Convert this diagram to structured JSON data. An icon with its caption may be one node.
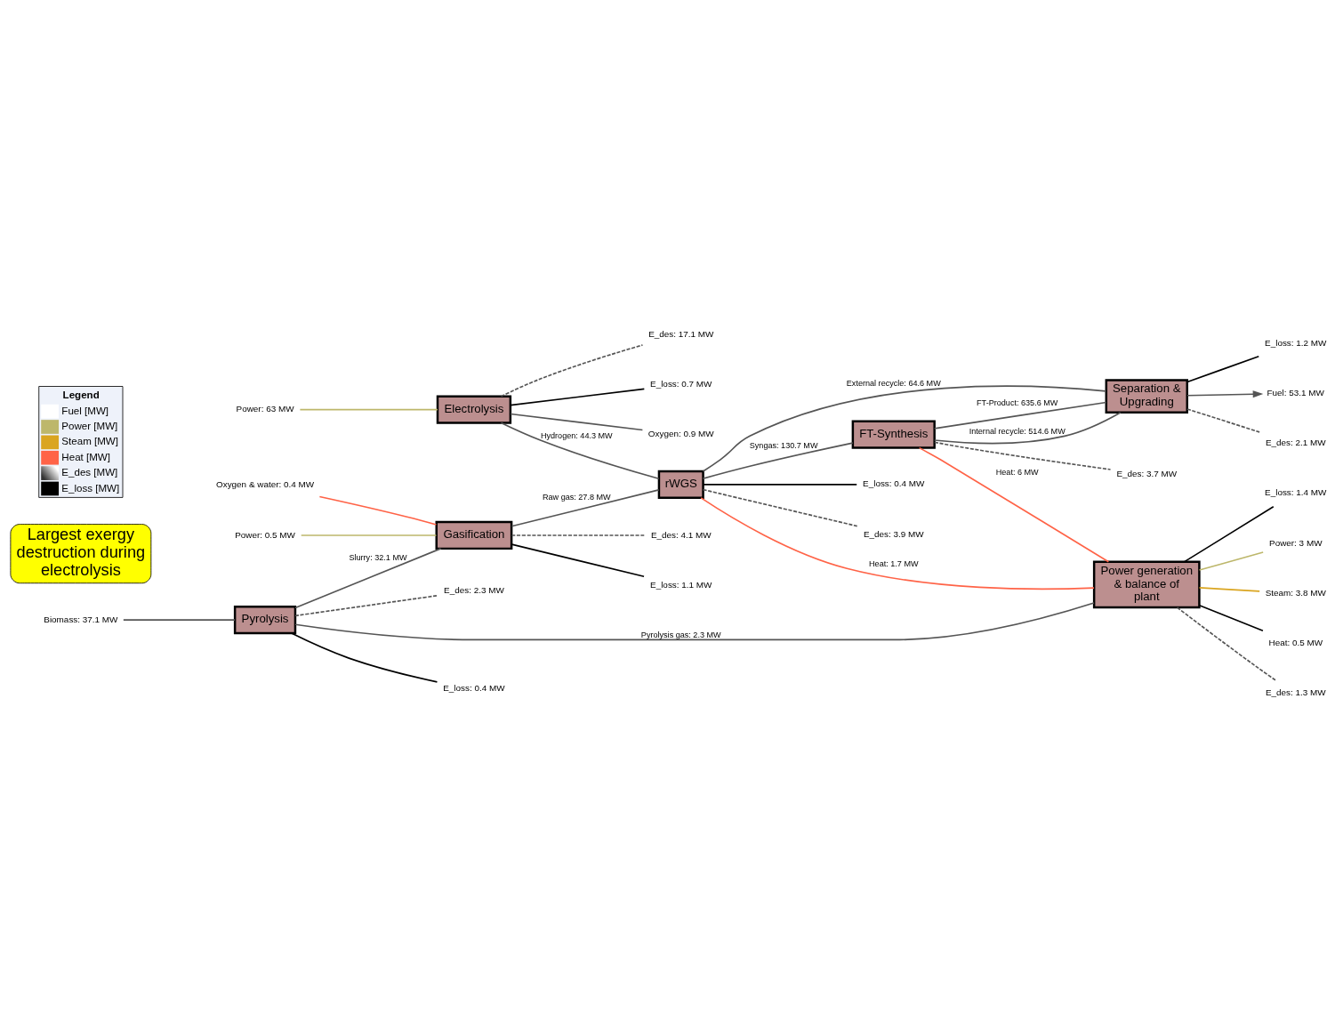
{
  "diagram": {
    "nodes": [
      {
        "text": [
          "Electrolysis"
        ]
      },
      {
        "text": [
          "rWGS"
        ]
      },
      {
        "text": [
          "FT-Synthesis"
        ]
      },
      {
        "text": [
          "Separation & Upgrading"
        ]
      },
      {
        "text": [
          "Pyrolysis"
        ]
      },
      {
        "text": [
          "Gasification"
        ]
      },
      {
        "text": [
          "Power generation & balance of plant"
        ]
      },
      {
        "text": [
          "Largest exergy destruction during electrolysis"
        ]
      },
      {
        "text": [
          "Power: 63 MW"
        ]
      },
      {
        "text": [
          "E_des: 17.1 MW"
        ]
      },
      {
        "text": [
          "E_loss: 0.7 MW"
        ]
      },
      {
        "text": [
          "Oxygen: 0.9 MW"
        ]
      },
      {
        "text": [
          "E_des: 3.9 MW"
        ]
      },
      {
        "text": [
          "E_loss: 0.4 MW"
        ]
      },
      {
        "text": [
          "Fuel: 53.1 MW"
        ]
      },
      {
        "text": [
          "E_des: 2.1 MW"
        ]
      },
      {
        "text": [
          "E_loss: 1.2 MW"
        ]
      },
      {
        "text": [
          "E_des: 3.7 MW"
        ]
      },
      {
        "text": [
          "Biomass: 37.1 MW"
        ]
      },
      {
        "text": [
          "E_des: 2.3 MW"
        ]
      },
      {
        "text": [
          "E_loss: 0.4 MW"
        ]
      },
      {
        "text": [
          "Oxygen & water: 0.4 MW"
        ]
      },
      {
        "text": [
          "Power: 0.5 MW"
        ]
      },
      {
        "text": [
          "E_des: 4.1 MW"
        ]
      },
      {
        "text": [
          "E_loss: 1.1 MW"
        ]
      },
      {
        "text": [
          "Power: 3 MW"
        ]
      },
      {
        "text": [
          "Steam: 3.8 MW"
        ]
      },
      {
        "text": [
          "Heat: 0.5 MW"
        ]
      },
      {
        "text": [
          "E_des: 1.3 MW"
        ]
      },
      {
        "text": [
          "E_loss: 1.4 MW"
        ]
      }
    ],
    "edges": [
      {
        "from": 8,
        "to": 0,
        "arrow": "none",
        "color": "#bdb76b"
      },
      {
        "from": 0,
        "to": 1,
        "arrow": "none",
        "label": "Hydrogen: 44.3 MW"
      },
      {
        "from": 0,
        "to": 9,
        "arrow": "none",
        "style": "dashed"
      },
      {
        "from": 0,
        "to": 10,
        "arrow": "none",
        "color": "#000000"
      },
      {
        "from": 0,
        "to": 11,
        "arrow": "none"
      },
      {
        "from": 5,
        "to": 1,
        "arrow": "none",
        "label": "Raw gas: 27.8 MW"
      },
      {
        "from": 1,
        "to": 2,
        "arrow": "none",
        "label": "Syngas: 130.7 MW"
      },
      {
        "from": 1,
        "to": 12,
        "arrow": "none",
        "style": "dashed"
      },
      {
        "from": 1,
        "to": 13,
        "arrow": "none",
        "color": "#000000"
      },
      {
        "from": 1,
        "to": 6,
        "arrow": "none",
        "label": "Heat: 1.7 MW",
        "color": "#ff6347"
      },
      {
        "from": 2,
        "to": 3,
        "arrow": "none",
        "label": "FT-Product: 635.6 MW"
      },
      {
        "from": 3,
        "to": 1,
        "arrow": "none",
        "label": "External recycle: 64.6 MW"
      },
      {
        "from": 3,
        "to": 2,
        "arrow": "none",
        "label": "Internal recycle: 514.6 MW"
      },
      {
        "from": 3,
        "to": 14,
        "arrow": "to"
      },
      {
        "from": 3,
        "to": 15,
        "arrow": "none",
        "style": "dashed"
      },
      {
        "from": 3,
        "to": 16,
        "arrow": "none",
        "color": "#000000"
      },
      {
        "from": 2,
        "to": 6,
        "arrow": "none",
        "label": "Heat: 6 MW",
        "color": "#ff6347"
      },
      {
        "from": 2,
        "to": 17,
        "arrow": "none",
        "style": "dashed"
      },
      {
        "from": 18,
        "to": 4,
        "arrow": "none"
      },
      {
        "from": 4,
        "to": 5,
        "arrow": "none",
        "label": "Slurry: 32.1 MW"
      },
      {
        "from": 4,
        "to": 19,
        "arrow": "none",
        "style": "dashed"
      },
      {
        "from": 4,
        "to": 20,
        "arrow": "none",
        "color": "#000000"
      },
      {
        "from": 4,
        "to": 6,
        "arrow": "none",
        "label": "Pyrolysis gas: 2.3 MW"
      },
      {
        "from": 21,
        "to": 5,
        "arrow": "none",
        "color": "#ff6347"
      },
      {
        "from": 22,
        "to": 5,
        "arrow": "none",
        "color": "#bdb76b"
      },
      {
        "from": 5,
        "to": 23,
        "arrow": "none",
        "style": "dashed"
      },
      {
        "from": 5,
        "to": 24,
        "arrow": "none",
        "color": "#000000"
      },
      {
        "from": 6,
        "to": 25,
        "arrow": "none",
        "color": "#bdb76b"
      },
      {
        "from": 6,
        "to": 26,
        "arrow": "none",
        "color": "#daa520"
      },
      {
        "from": 6,
        "to": 27,
        "arrow": "none",
        "color": "#000000"
      },
      {
        "from": 6,
        "to": 28,
        "arrow": "none",
        "style": "dashed"
      },
      {
        "from": 6,
        "to": 29,
        "arrow": "none",
        "color": "#000000"
      }
    ],
    "labels": [
      "Legend"
    ],
    "legend": [
      {
        "text": "Fuel [MW]",
        "color": "#ffffff"
      },
      {
        "text": "Power [MW]",
        "color": "#bdb76b"
      },
      {
        "text": "Steam [MW]",
        "color": "#daa520"
      },
      {
        "text": "Heat [MW]",
        "color": "#ff6347"
      },
      {
        "text": "E_des [MW]"
      },
      {
        "text": "E_loss [MW]",
        "color": "#000000"
      }
    ]
  }
}
